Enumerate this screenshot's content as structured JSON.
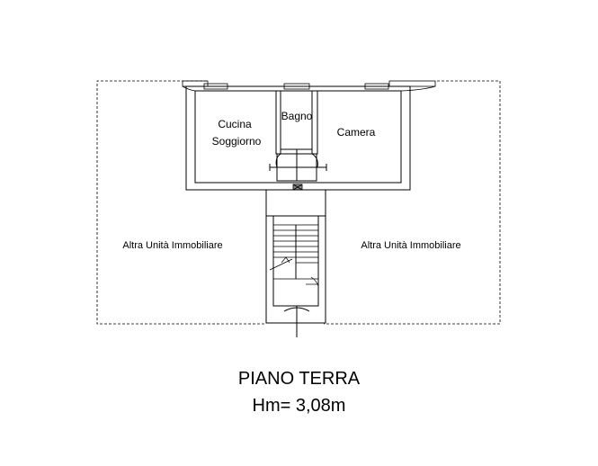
{
  "plan": {
    "rooms": {
      "cucina_line1": "Cucina",
      "cucina_line2": "Soggiorno",
      "bagno": "Bagno",
      "camera": "Camera"
    },
    "units": {
      "left": "Altra Unità Immobiliare",
      "right": "Altra Unità Immobiliare"
    }
  },
  "caption": {
    "floor": "PIANO TERRA",
    "height": "Hm= 3,08m"
  }
}
